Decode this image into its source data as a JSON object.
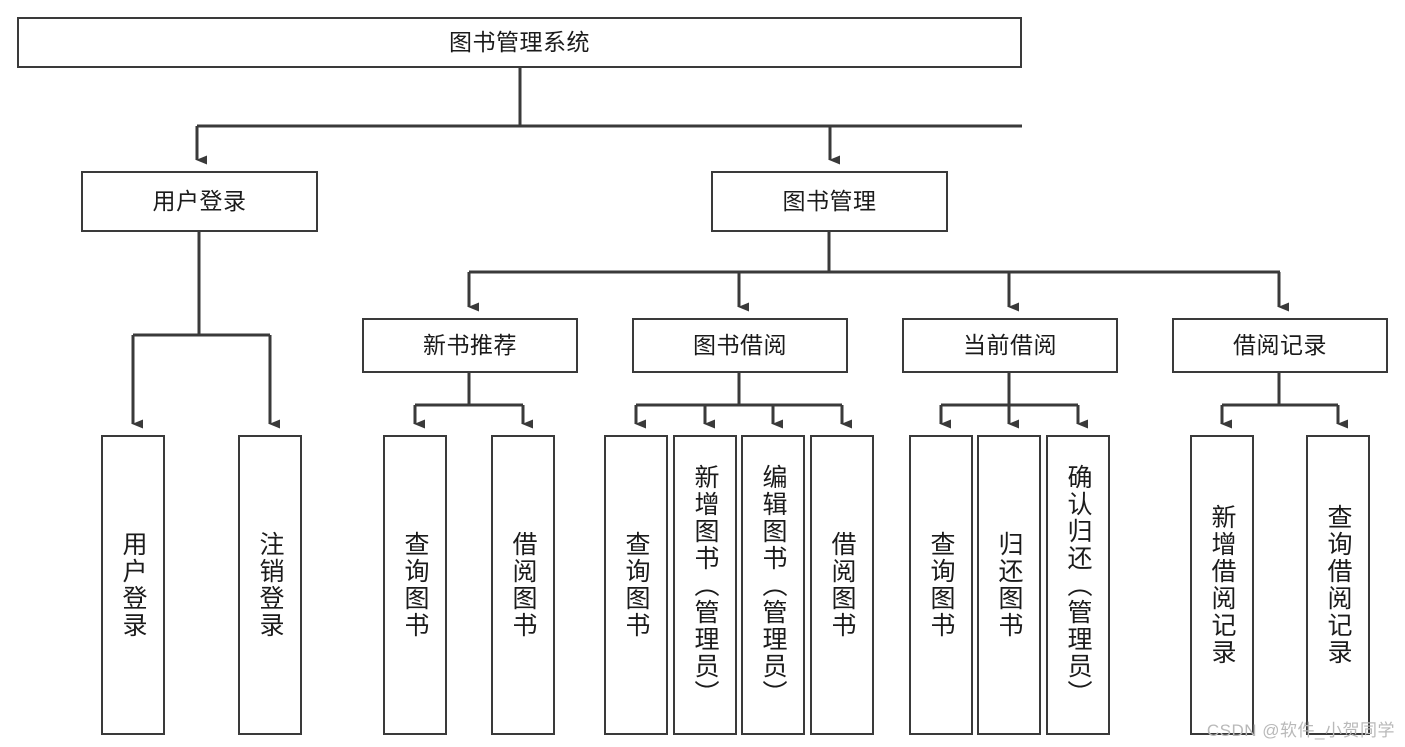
{
  "diagram": {
    "type": "tree-hierarchy",
    "title": "图书管理系统",
    "root": {
      "id": "root",
      "label": "图书管理系统",
      "level": 0
    },
    "level2": [
      {
        "id": "user-login",
        "label": "用户登录"
      },
      {
        "id": "book-management",
        "label": "图书管理"
      }
    ],
    "level3": [
      {
        "id": "new-book-recommend",
        "label": "新书推荐",
        "parent": "book-management"
      },
      {
        "id": "book-borrow",
        "label": "图书借阅",
        "parent": "book-management"
      },
      {
        "id": "current-borrow",
        "label": "当前借阅",
        "parent": "book-management"
      },
      {
        "id": "borrow-record",
        "label": "借阅记录",
        "parent": "book-management"
      }
    ],
    "leaves": {
      "user_login": [
        {
          "id": "leaf-user-login",
          "label": "用户登录"
        },
        {
          "id": "leaf-user-logout",
          "label": "注销登录"
        }
      ],
      "new_book_recommend": [
        {
          "id": "leaf-query-book-1",
          "label": "查询图书"
        },
        {
          "id": "leaf-borrow-book-1",
          "label": "借阅图书"
        }
      ],
      "book_borrow": [
        {
          "id": "leaf-query-book-2",
          "label": "查询图书"
        },
        {
          "id": "leaf-add-book",
          "label": "新增图书（管理员）"
        },
        {
          "id": "leaf-edit-book",
          "label": "编辑图书（管理员）"
        },
        {
          "id": "leaf-borrow-book-2",
          "label": "借阅图书"
        }
      ],
      "current_borrow": [
        {
          "id": "leaf-query-book-3",
          "label": "查询图书"
        },
        {
          "id": "leaf-return-book",
          "label": "归还图书"
        },
        {
          "id": "leaf-confirm-return",
          "label": "确认归还（管理员）"
        }
      ],
      "borrow_record": [
        {
          "id": "leaf-add-record",
          "label": "新增借阅记录"
        },
        {
          "id": "leaf-query-record",
          "label": "查询借阅记录"
        }
      ]
    },
    "colors": {
      "stroke": "#3a3a3a",
      "fill": "#ffffff",
      "text": "#1b1b1b",
      "watermark": "#b9b9b9"
    }
  },
  "watermark": {
    "text": "CSDN @软件_小贺同学"
  }
}
